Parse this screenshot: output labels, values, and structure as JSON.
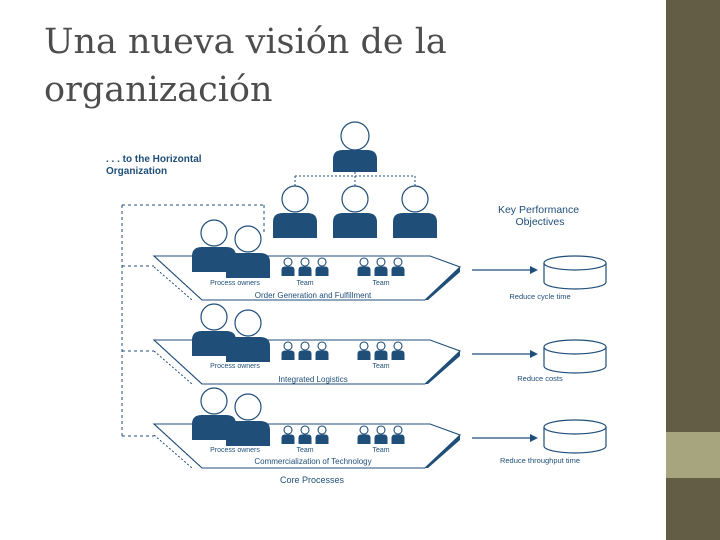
{
  "slide": {
    "title_line1": "Una nueva visión de la",
    "title_line2": "organización"
  },
  "diagram": {
    "heading_line1": ". . . to the Horizontal",
    "heading_line2": "Organization",
    "kpo_line1": "Key Performance",
    "kpo_line2": "Objectives",
    "process_owners_label": "Process owners",
    "team_label": "Team",
    "footer": "Core Processes",
    "processes": [
      {
        "name": "Order Generation and Fulfillment",
        "objective": "Reduce cycle time"
      },
      {
        "name": "Integrated Logistics",
        "objective": "Reduce costs"
      },
      {
        "name": "Commercialization of Technology",
        "objective": "Reduce throughput time"
      }
    ]
  },
  "colors": {
    "accent": "#1f4e79",
    "sidebar": "#645d45",
    "sidebar_highlight": "#a7a57e",
    "title": "#4d4d4d"
  }
}
